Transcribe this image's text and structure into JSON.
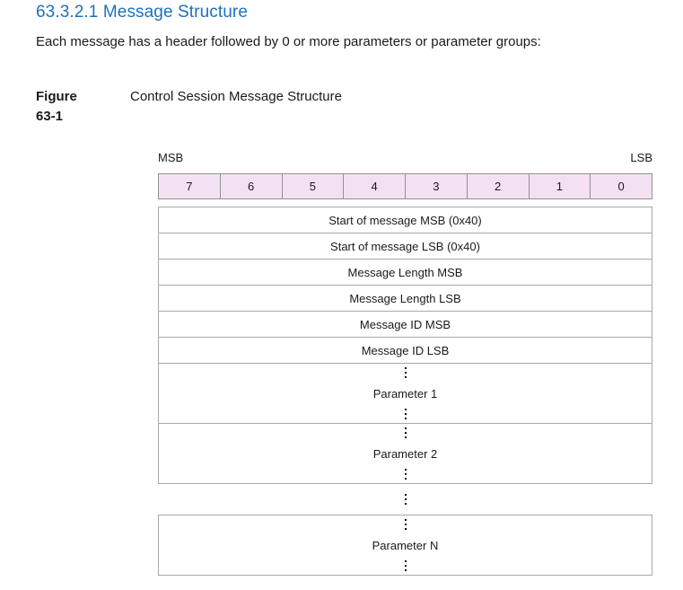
{
  "document": {
    "heading": "63.3.2.1 Message Structure",
    "intro": "Each message has a header followed by 0 or more parameters or parameter groups:",
    "figure": {
      "label_line1": "Figure",
      "label_line2": "63-1",
      "title": "Control Session Message Structure"
    }
  },
  "diagram": {
    "msb_label": "MSB",
    "lsb_label": "LSB",
    "bits": [
      "7",
      "6",
      "5",
      "4",
      "3",
      "2",
      "1",
      "0"
    ],
    "header_rows": [
      "Start of message MSB (0x40)",
      "Start of message LSB (0x40)",
      "Message Length MSB",
      "Message Length LSB",
      "Message ID MSB",
      "Message ID LSB"
    ],
    "parameters": [
      "Parameter 1",
      "Parameter 2"
    ],
    "last_parameter": "Parameter N"
  },
  "colors": {
    "heading_blue": "#1a72bd",
    "bit_cell_bg": "#f3e0f3",
    "bit_cell_border": "#919191",
    "row_border": "#a9a9a9",
    "text": "#1a1a1a"
  }
}
